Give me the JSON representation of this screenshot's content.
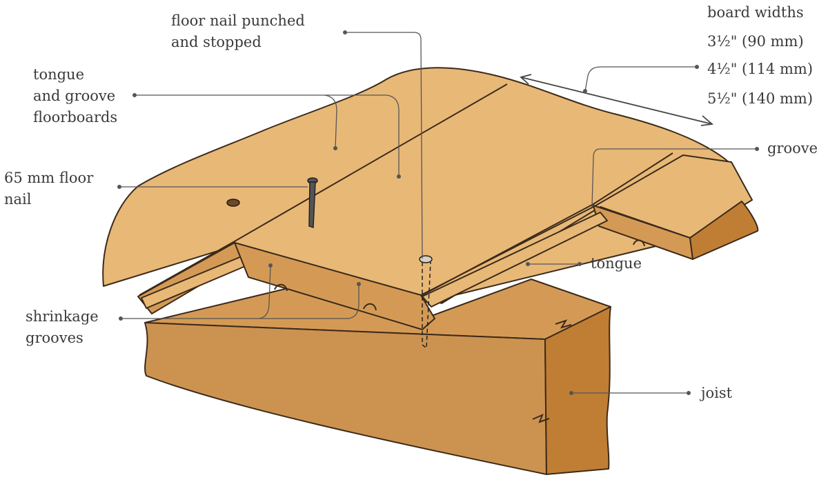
{
  "labels": {
    "nail_punched": [
      "floor nail punched",
      "and stopped"
    ],
    "floorboards": [
      "tongue",
      "and groove",
      "floorboards"
    ],
    "floor_nail": [
      "65 mm floor",
      "nail"
    ],
    "shrinkage": [
      "shrinkage",
      "grooves"
    ],
    "board_widths_title": "board widths",
    "board_widths": [
      "3½\" (90 mm)",
      "4½\" (114 mm)",
      "5½\" (140 mm)"
    ],
    "groove": "groove",
    "tongue": "tongue",
    "joist": "joist"
  },
  "colors": {
    "floor_top": "#e8b877",
    "board_side": "#d49a55",
    "joist_face": "#cc9350",
    "joist_end": "#c07e35",
    "outline": "#3b2a1a",
    "leader": "#555555"
  }
}
